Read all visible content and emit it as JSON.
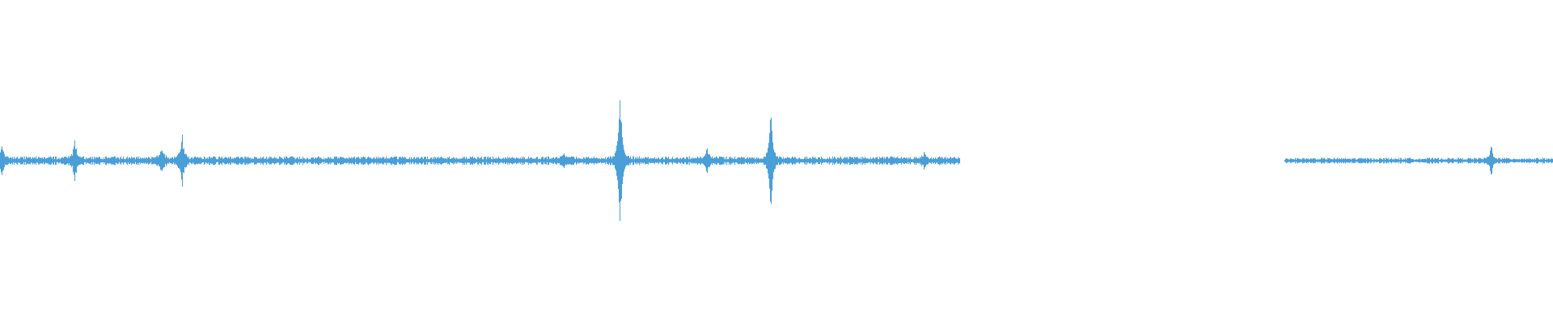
{
  "waveform": {
    "color": "#4a9fd8",
    "background": "#ffffff",
    "segments": [
      {
        "start": 0.0,
        "end": 0.618,
        "noise": 0.03,
        "events": [
          {
            "t": 0.001,
            "amp": 0.12
          },
          {
            "t": 0.048,
            "amp": 0.16
          },
          {
            "t": 0.104,
            "amp": 0.1
          },
          {
            "t": 0.117,
            "amp": 0.2
          },
          {
            "t": 0.363,
            "amp": 0.04
          },
          {
            "t": 0.399,
            "amp": 0.6
          },
          {
            "t": 0.455,
            "amp": 0.09
          },
          {
            "t": 0.496,
            "amp": 0.42
          },
          {
            "t": 0.595,
            "amp": 0.05
          }
        ]
      },
      {
        "start": 0.827,
        "end": 1.0,
        "noise": 0.02,
        "events": [
          {
            "t": 0.96,
            "amp": 0.11
          }
        ]
      }
    ]
  }
}
